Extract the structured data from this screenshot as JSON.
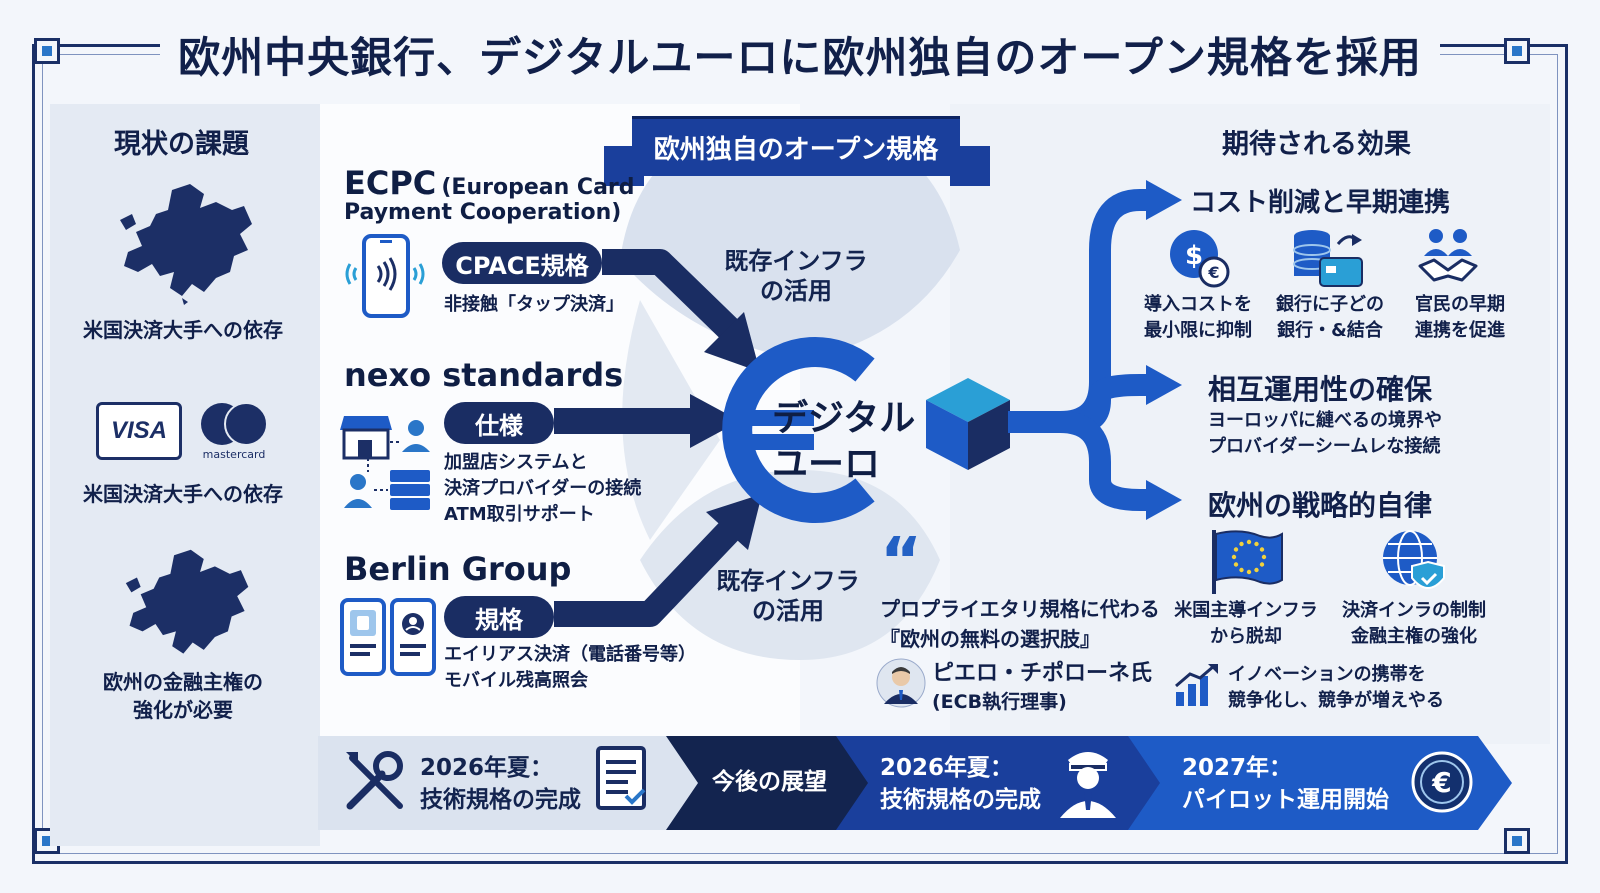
{
  "title": "欧州中央銀行、デジタルユーロに欧州独自のオープン規格を採用",
  "left": {
    "heading": "現状の課題",
    "items": [
      {
        "label": "米国決済大手への依存",
        "icon": "europe-map-icon"
      },
      {
        "label": "米国決済大手への依存",
        "icon": "card-brands-icon",
        "visa": "VISA",
        "mastercard": "mastercard"
      },
      {
        "label_line1": "欧州の金融主権の",
        "label_line2": "強化が必要",
        "icon": "europe-map-icon"
      }
    ]
  },
  "ribbon": "欧州独自のオープン規格",
  "standards": [
    {
      "org": "ECPC",
      "org_sub1": "(European Card",
      "org_sub2": "Payment Cooperation)",
      "pill": "CPACE規格",
      "desc": [
        "非接触「タップ決済」"
      ],
      "icon": "contactless-phone-icon"
    },
    {
      "org": "nexo standards",
      "pill": "仕様",
      "desc": [
        "加盟店システムと",
        "決済プロバイダーの接続",
        "ATM取引サポート"
      ],
      "icon": "merchant-network-icon"
    },
    {
      "org": "Berlin Group",
      "pill": "規格",
      "desc": [
        "エイリアス決済（電話番号等）",
        "モバイル残高照会"
      ],
      "icon": "mobile-devices-icon"
    }
  ],
  "infra": {
    "top_line1": "既存インフラ",
    "top_line2": "の活用",
    "bottom_line1": "既存インフラ",
    "bottom_line2": "の活用"
  },
  "center": {
    "line1": "デジタル",
    "line2": "ユーロ"
  },
  "effects": {
    "heading": "期待される効果",
    "cost": {
      "title": "コスト削減と早期連携",
      "items": [
        {
          "line1": "導入コストを",
          "line2": "最小限に抑制",
          "icon": "dollar-euro-coin-icon"
        },
        {
          "line1": "銀行に子どの",
          "line2": "銀行・&結合",
          "icon": "bank-card-icon"
        },
        {
          "line1": "官民の早期",
          "line2": "連携を促進",
          "icon": "handshake-icon"
        }
      ]
    },
    "interop": {
      "title": "相互運用性の確保",
      "line1": "ヨーロッパに縺べるの境界や",
      "line2": "プロバイダーシームレな接続"
    },
    "autonomy": {
      "title": "欧州の戦略的自律",
      "items": [
        {
          "line1": "米国主導インフラ",
          "line2": "から脱却",
          "icon": "eu-flag-icon"
        },
        {
          "line1": "決済インラの制制",
          "line2": "金融主権の強化",
          "icon": "globe-shield-icon"
        }
      ],
      "innovation_line1": "イノベーションの携帯を",
      "innovation_line2": "競争化し、競争が増えやる",
      "innovation_icon": "growth-chart-icon"
    }
  },
  "quote": {
    "line1": "プロプライエタリ規格に代わる",
    "line2": "『欧州の無料の選択肢』",
    "person": "ピエロ・チポローネ氏",
    "role": "(ECB執行理事)"
  },
  "timeline": [
    {
      "line1": "2026年夏：",
      "line2": "技術規格の完成",
      "icon": "tools-icon"
    },
    {
      "line1": "今後の展望"
    },
    {
      "line1": "2026年夏：",
      "line2": "技術規格の完成",
      "icon": "pilot-icon"
    },
    {
      "line1": "2027年：",
      "line2": "パイロット運用開始",
      "icon": "euro-coin-icon"
    }
  ],
  "colors": {
    "navy": "#1a2d63",
    "blue": "#1e5bc6",
    "accent": "#2a9fd6"
  }
}
